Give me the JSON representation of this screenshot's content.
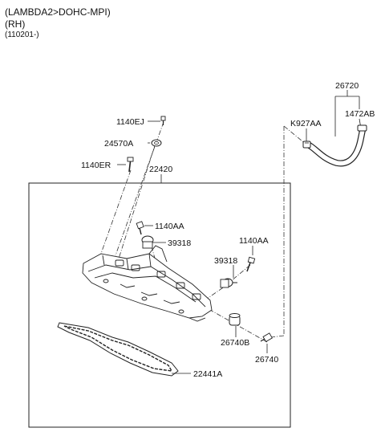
{
  "header": {
    "engine": "(LAMBDA2>DOHC-MPI)",
    "side": "(RH)",
    "date_code": "(110201-)"
  },
  "labels": {
    "p_1140EJ": "1140EJ",
    "p_24570A": "24570A",
    "p_1140ER": "1140ER",
    "p_22420": "22420",
    "p_1140AA_a": "1140AA",
    "p_39318_a": "39318",
    "p_1140AA_b": "1140AA",
    "p_39318_b": "39318",
    "p_26740B": "26740B",
    "p_26740": "26740",
    "p_22441A": "22441A",
    "p_26720": "26720",
    "p_K927AA": "K927AA",
    "p_1472AB": "1472AB"
  }
}
